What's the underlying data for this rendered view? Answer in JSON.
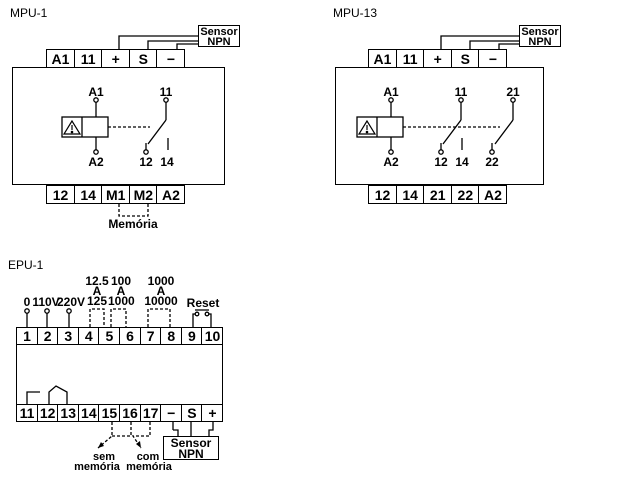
{
  "titles": {
    "mpu1": "MPU-1",
    "mpu13": "MPU-13",
    "epu1": "EPU-1"
  },
  "sensor": {
    "line1": "Sensor",
    "line2": "NPN"
  },
  "mpu1": {
    "top_terminals": [
      "A1",
      "11",
      "+",
      "S",
      "−"
    ],
    "bottom_terminals": [
      "12",
      "14",
      "M1",
      "M2",
      "A2"
    ],
    "contacts": {
      "a1": "A1",
      "a2": "A2",
      "c11": "11",
      "c12": "12",
      "c14": "14"
    },
    "memory_label": "Memória"
  },
  "mpu13": {
    "top_terminals": [
      "A1",
      "11",
      "+",
      "S",
      "−"
    ],
    "bottom_terminals": [
      "12",
      "14",
      "21",
      "22",
      "A2"
    ],
    "contacts": {
      "a1": "A1",
      "a2": "A2",
      "c11": "11",
      "c12": "12",
      "c14": "14",
      "c21": "21",
      "c22": "22"
    }
  },
  "epu1": {
    "top_terminals": [
      "1",
      "2",
      "3",
      "4",
      "5",
      "6",
      "7",
      "8",
      "9",
      "10"
    ],
    "bottom_terminals": [
      "11",
      "12",
      "13",
      "14",
      "15",
      "16",
      "17",
      "−",
      "S",
      "+"
    ],
    "voltage_labels": [
      "0",
      "110V",
      "220V"
    ],
    "range1": {
      "top": "12.5",
      "mid": "A",
      "bottom": "125"
    },
    "range2": {
      "top": "100",
      "mid": "A",
      "bottom": "1000"
    },
    "range3": {
      "top": "1000",
      "mid": "A",
      "bottom": "10000"
    },
    "reset_label": "Reset",
    "sem_memoria": {
      "line1": "sem",
      "line2": "memória"
    },
    "com_memoria": {
      "line1": "com",
      "line2": "memória"
    }
  }
}
